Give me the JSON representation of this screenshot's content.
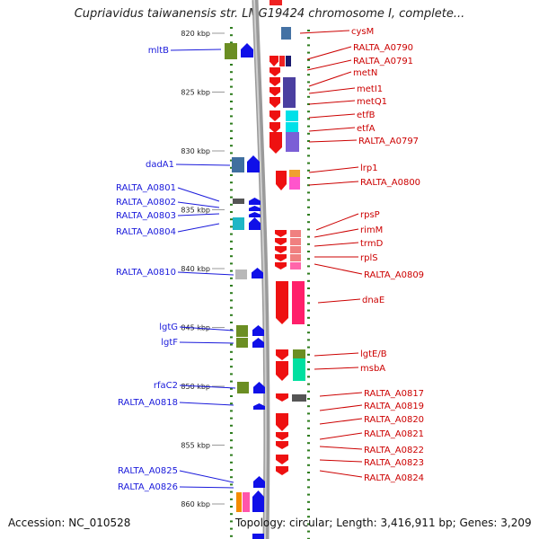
{
  "title": "Cupriavidus taiwanensis str. LMG19424 chromosome I, complete...",
  "footer": {
    "accession": "Accession: NC_010528",
    "summary": "Topology: circular; Length: 3,416,911 bp; Genes: 3,209"
  },
  "colors": {
    "label_left": "#1a1adb",
    "label_right": "#cc0000",
    "forward_gene": "#1010e8",
    "reverse_gene": "#ee1111",
    "tick": "#2e7d1e"
  },
  "scale": {
    "unit": "kbp",
    "ticks": [
      {
        "label": "820 kbp",
        "value": 820
      },
      {
        "label": "825 kbp",
        "value": 825
      },
      {
        "label": "830 kbp",
        "value": 830
      },
      {
        "label": "835 kbp",
        "value": 835
      },
      {
        "label": "840 kbp",
        "value": 840
      },
      {
        "label": "845 kbp",
        "value": 845
      },
      {
        "label": "850 kbp",
        "value": 850
      },
      {
        "label": "855 kbp",
        "value": 855
      },
      {
        "label": "860 kbp",
        "value": 860
      }
    ]
  },
  "left_labels": [
    {
      "text": "mltB",
      "kbp": 821.3
    },
    {
      "text": "dadA1",
      "kbp": 830.6
    },
    {
      "text": "RALTA_A0801",
      "kbp": 833.6
    },
    {
      "text": "RALTA_A0802",
      "kbp": 834.3
    },
    {
      "text": "RALTA_A0803",
      "kbp": 835.1
    },
    {
      "text": "RALTA_A0804",
      "kbp": 835.9
    },
    {
      "text": "RALTA_A0810",
      "kbp": 840.1
    },
    {
      "text": "lgtG",
      "kbp": 845.1
    },
    {
      "text": "lgtF",
      "kbp": 846.2
    },
    {
      "text": "rfaC2",
      "kbp": 850.0
    },
    {
      "text": "RALTA_A0818",
      "kbp": 851.3
    },
    {
      "text": "RALTA_A0825",
      "kbp": 857.6
    },
    {
      "text": "RALTA_A0826",
      "kbp": 858.2
    }
  ],
  "right_labels": [
    {
      "text": "cysM",
      "kbp": 820.4
    },
    {
      "text": "RALTA_A0790",
      "kbp": 821.6
    },
    {
      "text": "RALTA_A0791",
      "kbp": 822.1
    },
    {
      "text": "metN",
      "kbp": 823.0
    },
    {
      "text": "metI1",
      "kbp": 824.3
    },
    {
      "text": "metQ1",
      "kbp": 825.2
    },
    {
      "text": "etfB",
      "kbp": 826.4
    },
    {
      "text": "etfA",
      "kbp": 827.5
    },
    {
      "text": "RALTA_A0797",
      "kbp": 828.4
    },
    {
      "text": "lrp1",
      "kbp": 831.0
    },
    {
      "text": "RALTA_A0800",
      "kbp": 832.2
    },
    {
      "text": "rpsP",
      "kbp": 835.3
    },
    {
      "text": "rimM",
      "kbp": 836.6
    },
    {
      "text": "trmD",
      "kbp": 837.5
    },
    {
      "text": "rplS",
      "kbp": 838.5
    },
    {
      "text": "RALTA_A0809",
      "kbp": 840.3
    },
    {
      "text": "dnaE",
      "kbp": 842.8
    },
    {
      "text": "lgtE/B",
      "kbp": 847.9
    },
    {
      "text": "msbA",
      "kbp": 849.1
    },
    {
      "text": "RALTA_A0817",
      "kbp": 850.4
    },
    {
      "text": "RALTA_A0819",
      "kbp": 851.4
    },
    {
      "text": "RALTA_A0820",
      "kbp": 852.5
    },
    {
      "text": "RALTA_A0821",
      "kbp": 853.7
    },
    {
      "text": "RALTA_A0822",
      "kbp": 855.2
    },
    {
      "text": "RALTA_A0823",
      "kbp": 856.2
    },
    {
      "text": "RALTA_A0824",
      "kbp": 857.4
    }
  ]
}
